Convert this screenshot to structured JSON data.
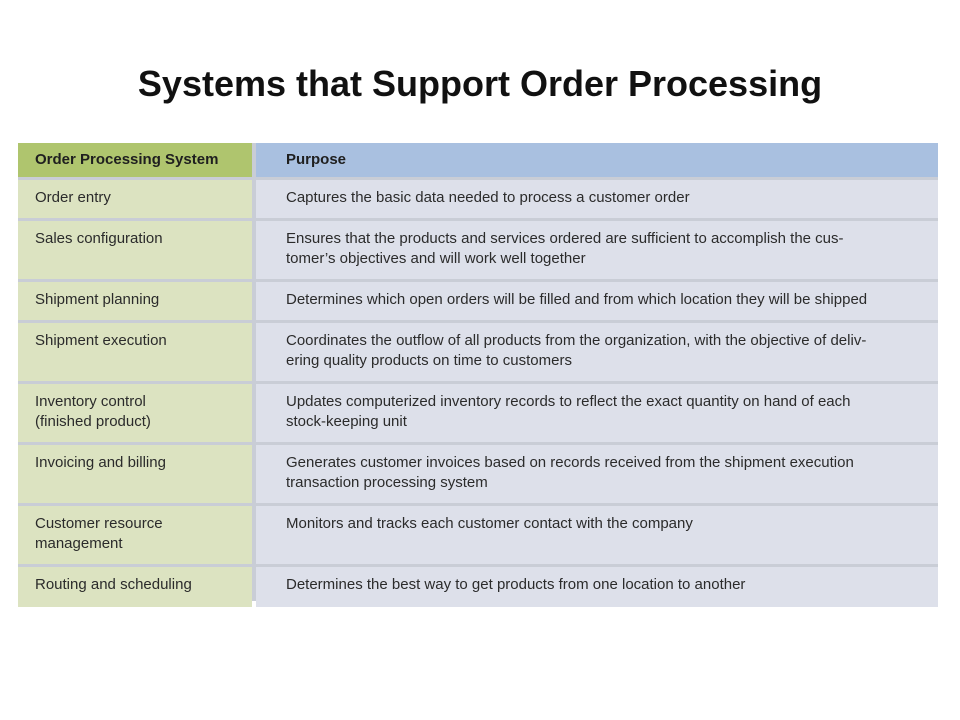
{
  "slide": {
    "title": "Systems that Support Order Processing"
  },
  "table": {
    "headers": {
      "system": "Order Processing System",
      "purpose": "Purpose"
    },
    "rows": [
      {
        "system": [
          "Order entry"
        ],
        "purpose": [
          "Captures the basic data needed to process a customer order"
        ]
      },
      {
        "system": [
          "Sales configuration"
        ],
        "purpose": [
          "Ensures that the products and services ordered are sufficient to accomplish the cus-",
          "tomer’s objectives and will work well together"
        ]
      },
      {
        "system": [
          "Shipment planning"
        ],
        "purpose": [
          "Determines which open orders will be filled and from which location they will be shipped"
        ]
      },
      {
        "system": [
          "Shipment execution"
        ],
        "purpose": [
          "Coordinates the outflow of all products from the organization, with the objective of deliv-",
          "ering quality products on time to customers"
        ]
      },
      {
        "system": [
          "Inventory control",
          "(finished product)"
        ],
        "purpose": [
          "Updates computerized inventory records to reflect the exact quantity on hand of each",
          "stock-keeping unit"
        ]
      },
      {
        "system": [
          "Invoicing and billing"
        ],
        "purpose": [
          "Generates customer invoices based on records received from the shipment execution",
          "transaction processing system"
        ]
      },
      {
        "system": [
          "Customer resource",
          "management"
        ],
        "purpose": [
          "Monitors and tracks each customer contact with the company"
        ]
      },
      {
        "system": [
          "Routing and scheduling"
        ],
        "purpose": [
          "Determines the best way to get products from one location to another"
        ]
      }
    ],
    "colors": {
      "header_left": "#afc56e",
      "header_right": "#a9c0e0",
      "body_left": "#dce3c1",
      "body_right": "#dde0ea"
    }
  }
}
